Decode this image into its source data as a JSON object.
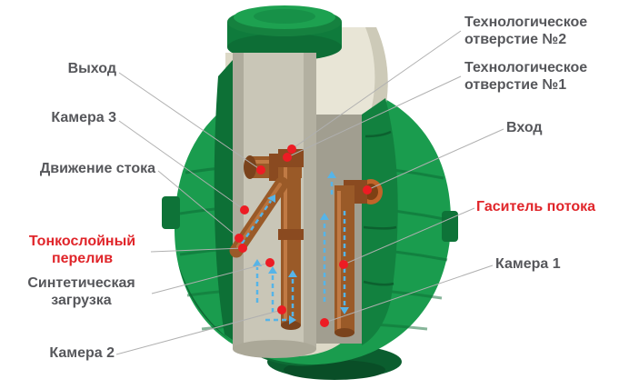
{
  "diagram": {
    "type": "septic-tank-cutaway-diagram",
    "labels": {
      "vyhod": {
        "text": "Выход"
      },
      "kamera3": {
        "text": "Камера 3"
      },
      "dvizhenie_stoka": {
        "text": "Движение стока"
      },
      "tonkosloynyy_pereliv": {
        "text": "Тонкослойный\nперелив"
      },
      "sinteticheskaya_zagruzka": {
        "text": "Синтетическая\nзагрузка"
      },
      "kamera2": {
        "text": "Камера 2"
      },
      "tehnologicheskoe_otverstie_2": {
        "text": "Технологическое\nотверстие №2"
      },
      "tehnologicheskoe_otverstie_1": {
        "text": "Технологическое\nотверстие №1"
      },
      "vhod": {
        "text": "Вход"
      },
      "gasitel_potoka": {
        "text": "Гаситель потока"
      },
      "kamera1": {
        "text": "Камера 1"
      }
    },
    "colors": {
      "label_gray": "#56575b",
      "label_red": "#e0252a",
      "marker_dot": "#ed1c24",
      "leader_line": "#b0b0b0",
      "tank_green": "#1a9c4e",
      "tank_green_dark": "#0d6b34",
      "interior_beige": "#ddd9c7",
      "pipe_brown": "#9a5a28",
      "flow_arrow_blue": "#56b4e8"
    }
  }
}
